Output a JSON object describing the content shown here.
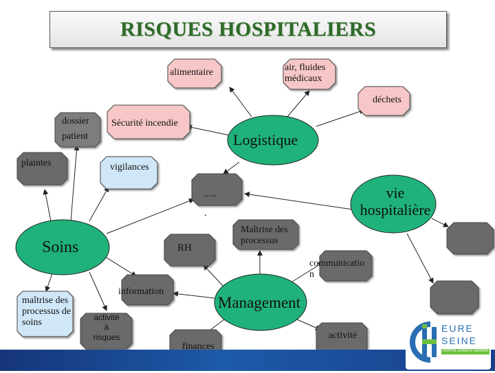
{
  "title": "RISQUES HOSPITALIERS",
  "nodes": {
    "logistique": "Logistique",
    "soins": "Soins",
    "management": "Management",
    "vie_hospitaliere": [
      "vie",
      "hospitalière"
    ],
    "alimentaire": "alimentaire",
    "air_fluides": [
      "air, fluides",
      "médicaux"
    ],
    "dechets": "déchets",
    "securite_incendie": "Sécurité incendie",
    "dossier_patient": [
      "dossier",
      "patient"
    ],
    "plaintes": "plaintes",
    "vigilances": "vigilances",
    "dots": ".....",
    "dot_below": ".",
    "maitrise_processus": [
      "Maîtrise des",
      "processus"
    ],
    "rh": "RH",
    "communication": [
      "communicatio",
      "n"
    ],
    "information": "information",
    "maitrise_soins": [
      "maîtrise des",
      "processus de",
      "soins"
    ],
    "activite_risques": [
      "activité",
      "à",
      "risques"
    ],
    "finances": "finances",
    "activite": "activité"
  },
  "logo": {
    "line1": "EURE",
    "line2": "SEINE",
    "subtitle": "HÔPITAL EVREUX-VERNON"
  },
  "colors": {
    "ellipse_fill": "#1fb27a",
    "pink_fill": "#f7c7c7",
    "gray_fill": "#6b6b6b",
    "blue_fill": "#cfe7f7",
    "title_text": "#2f6b2a"
  }
}
